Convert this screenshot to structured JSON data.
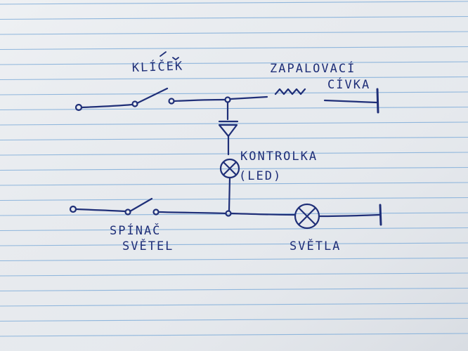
{
  "labels": {
    "key_switch": "KLÍČEK",
    "ignition_coil_1": "ZAPALOVACÍ",
    "ignition_coil_2": "CÍVKA",
    "indicator_1": "KONTROLKA",
    "indicator_2": "(LED)",
    "light_switch_1": "SPÍNAČ",
    "light_switch_2": "SVĚTEL",
    "lights": "SVĚTLA"
  },
  "colors": {
    "paper": "#e8ebef",
    "ruling": "#8fb6dc",
    "margin_rule": "#c9b6c8",
    "ink": "#1f2f78"
  }
}
